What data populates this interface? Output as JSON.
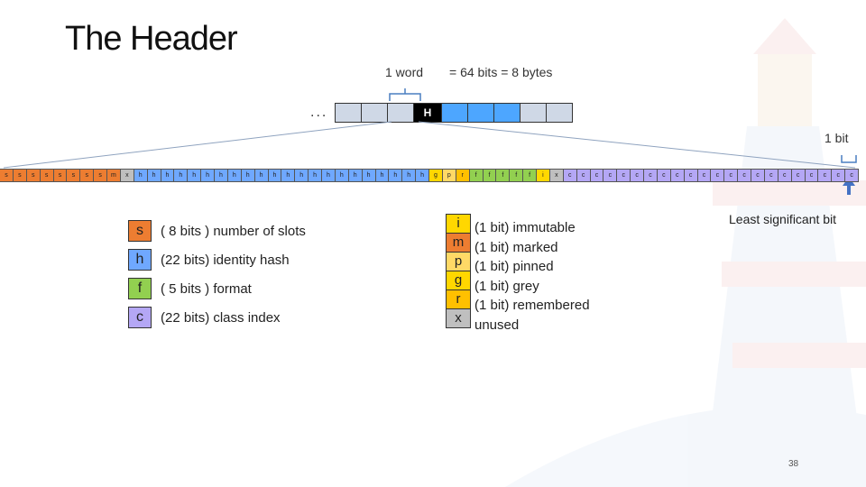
{
  "title": "The Header",
  "word": {
    "label": "1 word",
    "equation": "= 64 bits = 8 bytes",
    "ellipsis_left": "...",
    "ellipsis_right": "...",
    "header_cell": "H",
    "cell_states": [
      "normal",
      "normal",
      "normal",
      "header",
      "blue",
      "blue",
      "blue",
      "normal",
      "normal"
    ]
  },
  "bit_label": "1 bit",
  "bits": [
    "s",
    "s",
    "s",
    "s",
    "s",
    "s",
    "s",
    "s",
    "m",
    "x",
    "h",
    "h",
    "h",
    "h",
    "h",
    "h",
    "h",
    "h",
    "h",
    "h",
    "h",
    "h",
    "h",
    "h",
    "h",
    "h",
    "h",
    "h",
    "h",
    "h",
    "h",
    "h",
    "g",
    "p",
    "r",
    "f",
    "f",
    "f",
    "f",
    "f",
    "i",
    "x",
    "c",
    "c",
    "c",
    "c",
    "c",
    "c",
    "c",
    "c",
    "c",
    "c",
    "c",
    "c",
    "c",
    "c",
    "c",
    "c",
    "c",
    "c",
    "c",
    "c",
    "c",
    "c"
  ],
  "colors": {
    "s": "#ed7d31",
    "h": "#6fa8ff",
    "f": "#92d050",
    "c": "#b4a7f5",
    "i": "#ffd700",
    "m": "#ed7d31",
    "p": "#ffd966",
    "g": "#ffd700",
    "r": "#ffc000",
    "x": "#bfbfbf",
    "blue_cell": "#4da6ff"
  },
  "legend": [
    {
      "key": "s",
      "desc": "( 8 bits ) number of slots"
    },
    {
      "key": "h",
      "desc": "(22 bits) identity hash"
    },
    {
      "key": "f",
      "desc": "( 5 bits ) format"
    },
    {
      "key": "c",
      "desc": "(22 bits) class index"
    }
  ],
  "flags": [
    {
      "key": "i",
      "desc": "(1 bit) immutable"
    },
    {
      "key": "m",
      "desc": "(1 bit) marked"
    },
    {
      "key": "p",
      "desc": "(1 bit) pinned"
    },
    {
      "key": "g",
      "desc": "(1 bit) grey"
    },
    {
      "key": "r",
      "desc": "(1 bit) remembered"
    },
    {
      "key": "x",
      "desc": "unused"
    }
  ],
  "least_significant": "Least significant bit",
  "page_number": "38"
}
